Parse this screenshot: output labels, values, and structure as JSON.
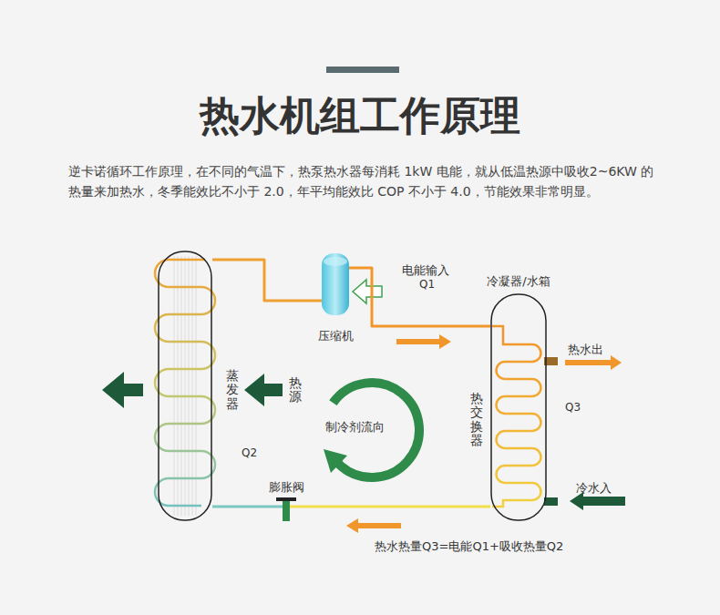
{
  "diagram": {
    "title": "热水机组工作原理",
    "nodes": [
      {
        "text": [
          "蒸发器"
        ]
      },
      {
        "text": [
          "压缩机"
        ]
      },
      {
        "text": [
          "冷凝器/水箱",
          "热交换器"
        ]
      },
      {
        "text": [
          "膨胀阀"
        ]
      }
    ],
    "edges": [
      {
        "from": 0,
        "to": 1,
        "arrow": "none"
      },
      {
        "from": 1,
        "to": 2,
        "arrow": "none"
      },
      {
        "from": 2,
        "to": 3,
        "arrow": "none"
      },
      {
        "from": 3,
        "to": 0,
        "arrow": "none"
      }
    ],
    "labels": [
      "逆卡诺循环工作原理，在不同的气温下，热泵热水器每消耗 1kW 电能，就从低温热源中吸收2~6KW 的热量来加热水，冬季能效比不小于 2.0，年平均能效比 COP 不小于 4.0，节能效果非常明显。",
      "电能输入",
      "Q1",
      "热源",
      "Q2",
      "制冷剂流向",
      "热水出",
      "Q3",
      "冷水入",
      "热水热量Q3=电能Q1+吸收热量Q2"
    ]
  }
}
